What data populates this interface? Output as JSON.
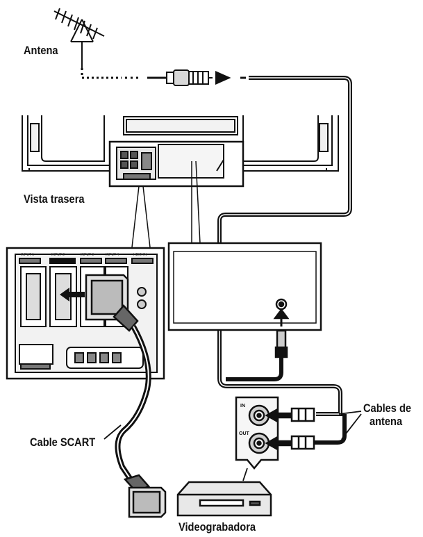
{
  "labels": {
    "antenna": "Antena",
    "rear_view": "Vista trasera",
    "antenna_cables_line1": "Cables de",
    "antenna_cables_line2": "antena",
    "scart_cable": "Cable SCART",
    "vcr": "Videograbadora"
  },
  "panel": {
    "input_labels": [
      "INPUT 1",
      "INPUT 2",
      "INPUT 3",
      "INPUT 4",
      "HDMI IN"
    ],
    "rf_in": "IN",
    "rf_out": "OUT"
  },
  "colors": {
    "line": "#111111",
    "cable": "#1a1a1a",
    "fill_light": "#f2f2f2",
    "fill_mid": "#d8d8d8",
    "fill_dark": "#9a9a9a"
  }
}
